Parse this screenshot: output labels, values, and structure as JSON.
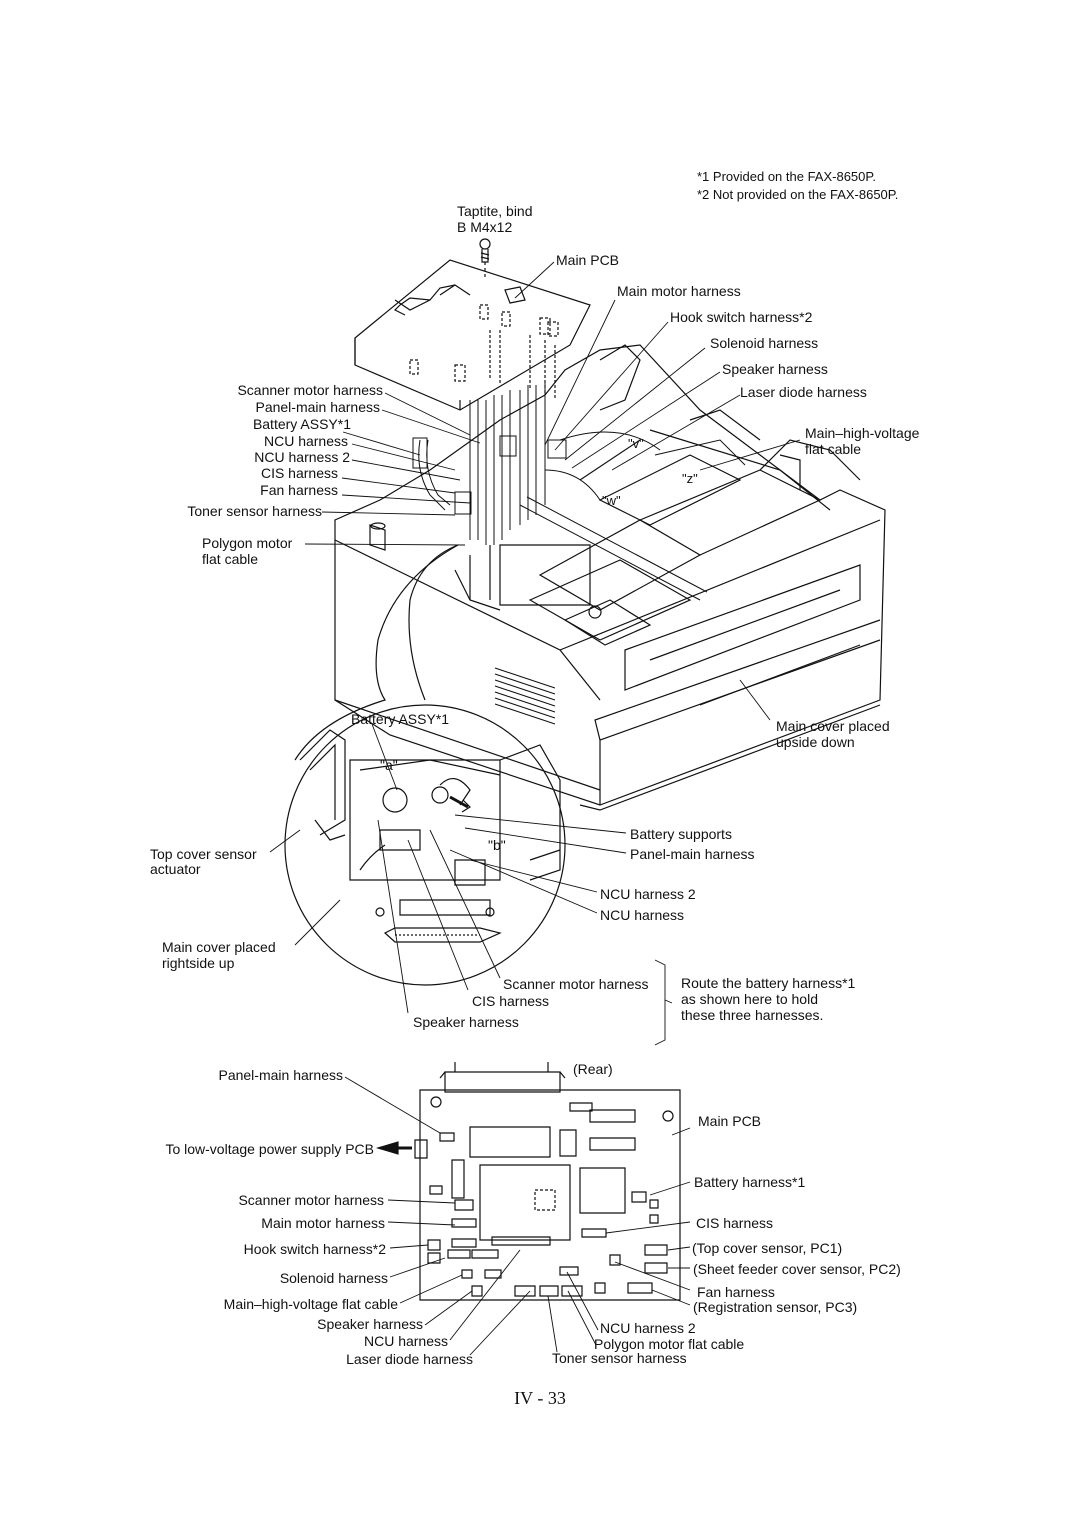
{
  "notes": {
    "n1": "*1  Provided on the FAX-8650P.",
    "n2": "*2  Not provided on the FAX-8650P."
  },
  "top": {
    "screw": "Taptite, bind",
    "screw2": "B M4x12",
    "main_pcb": "Main PCB",
    "main_motor": "Main motor harness",
    "hook_switch": "Hook switch harness*2",
    "solenoid": "Solenoid harness",
    "speaker": "Speaker harness",
    "laser_diode": "Laser diode harness",
    "main_hv1": "Main–high-voltage",
    "main_hv2": "flat cable",
    "scanner_motor": "Scanner motor harness",
    "panel_main": "Panel-main harness",
    "battery": "Battery ASSY*1",
    "ncu": "NCU harness",
    "ncu2": "NCU harness 2",
    "cis": "CIS harness",
    "fan": "Fan harness",
    "toner": "Toner sensor harness",
    "polygon1": "Polygon motor",
    "polygon2": "flat cable",
    "cover_down1": "Main cover placed",
    "cover_down2": "upside down",
    "mark_v": "\"v\"",
    "mark_w": "\"w\"",
    "mark_z": "\"z\""
  },
  "detail": {
    "battery": "Battery ASSY*1",
    "mark_a": "\"a\"",
    "mark_b": "\"b\"",
    "battery_supports": "Battery supports",
    "panel_main": "Panel-main harness",
    "top_cover1": "Top cover sensor",
    "top_cover2": "actuator",
    "ncu2": "NCU harness 2",
    "ncu": "NCU harness",
    "cover_up1": "Main cover placed",
    "cover_up2": "rightside up",
    "scanner_motor": "Scanner motor harness",
    "cis": "CIS harness",
    "speaker": "Speaker harness",
    "route1": "Route the battery harness*1",
    "route2": "as shown here to hold",
    "route3": "these three harnesses."
  },
  "pcb": {
    "rear": "(Rear)",
    "main_pcb": "Main PCB",
    "panel_main": "Panel-main harness",
    "low_voltage": "To low-voltage power supply PCB",
    "battery_harness": "Battery harness*1",
    "scanner_motor": "Scanner motor harness",
    "main_motor": "Main motor harness",
    "cis": "CIS harness",
    "hook_switch": "Hook switch harness*2",
    "top_cover": "(Top cover sensor, PC1)",
    "solenoid": "Solenoid harness",
    "sheet_feeder": "(Sheet feeder cover sensor, PC2)",
    "main_hv": "Main–high-voltage flat cable",
    "fan": "Fan harness",
    "registration": "(Registration sensor, PC3)",
    "speaker": "Speaker harness",
    "ncu": "NCU harness",
    "laser": "Laser diode harness",
    "ncu2": "NCU harness 2",
    "polygon": "Polygon motor flat cable",
    "toner": "Toner sensor harness"
  },
  "page_number": "IV - 33"
}
